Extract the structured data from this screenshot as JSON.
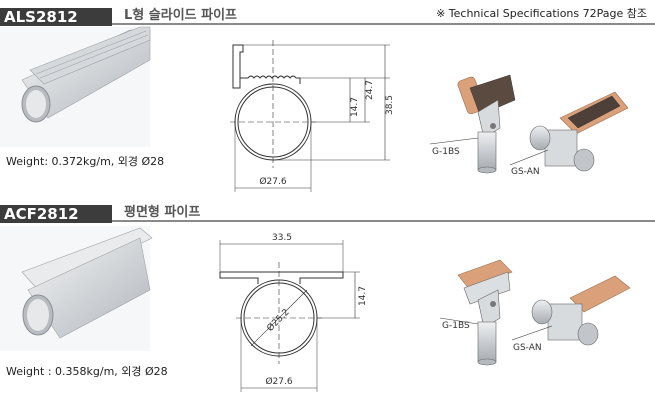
{
  "note": "※ Technical Specifications 72Page 참조",
  "products": [
    {
      "code": "ALS2812",
      "name": "L형 슬라이드 파이프",
      "spec": "Weight: 0.372kg/m, 외경 Ø28",
      "dims": {
        "height_total": "38.5",
        "height_mid": "24.7",
        "height_inner": "14.7",
        "diameter": "Ø27.6"
      },
      "parts": {
        "left": "G-1BS",
        "right": "GS-AN"
      }
    },
    {
      "code": "ACF2812",
      "name": "평면형 파이프",
      "spec": "Weight : 0.358kg/m, 외경 Ø28",
      "dims": {
        "width": "33.5",
        "height": "14.7",
        "inner_diameter": "Ø25.2",
        "diameter": "Ø27.6"
      },
      "parts": {
        "left": "G-1BS",
        "right": "GS-AN"
      }
    }
  ],
  "colors": {
    "header_bg": "#3c3c3c",
    "rule": "#8a8a8a",
    "copper": "#d9a07a",
    "aluminum": "#c8ccd0"
  }
}
